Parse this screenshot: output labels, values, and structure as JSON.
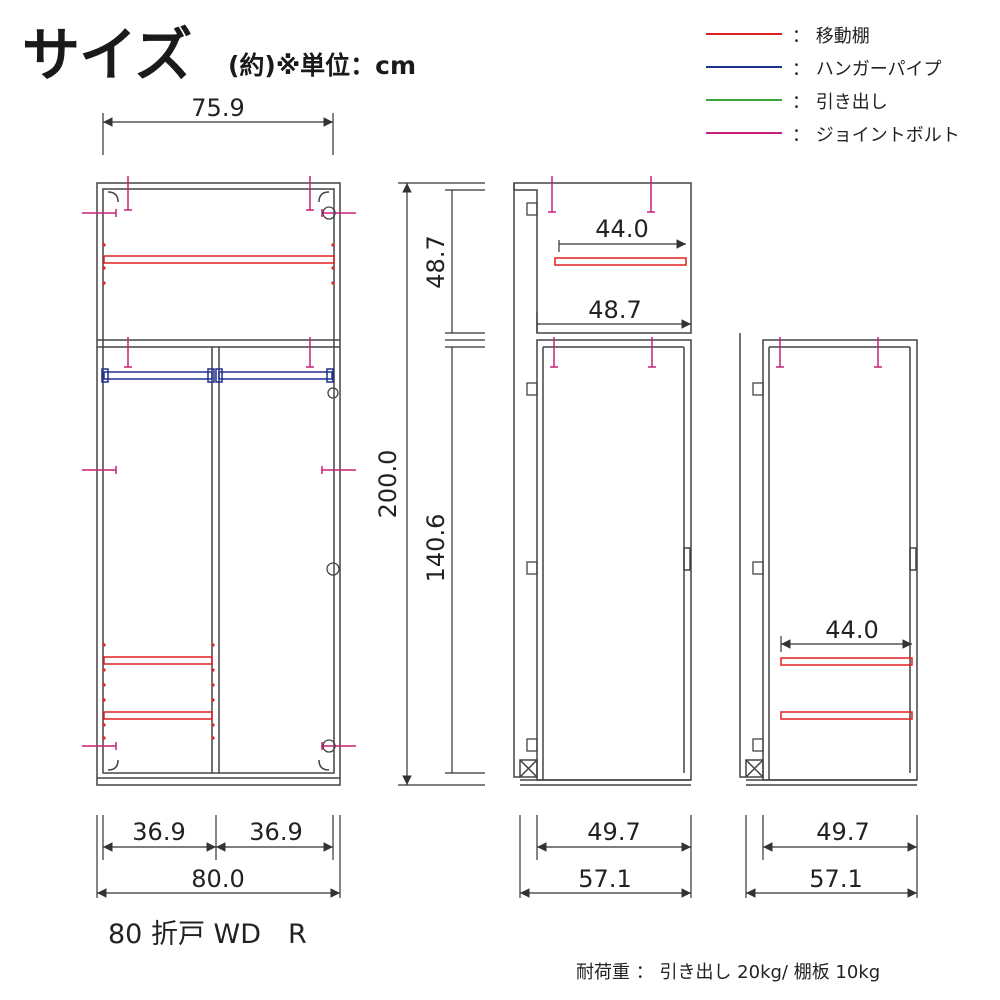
{
  "header": {
    "title": "サイズ",
    "subtitle": "(約)※単位：cm"
  },
  "legend": [
    {
      "label": "： 移動棚",
      "color": "#e02020",
      "icon": "red-line"
    },
    {
      "label": "： ハンガーパイプ",
      "color": "#1f2f8f",
      "icon": "blue-line"
    },
    {
      "label": "： 引き出し",
      "color": "#3aa53a",
      "icon": "green-line"
    },
    {
      "label": "： ジョイントボルト",
      "color": "#c8207a",
      "icon": "magenta-line"
    }
  ],
  "dimensions": {
    "front_inner_width": "75.9",
    "front_bottom_left": "36.9",
    "front_bottom_right": "36.9",
    "front_total_width": "80.0",
    "height_total": "200.0",
    "height_upper": "48.7",
    "height_lower": "140.6",
    "side_upper_shelf": "44.0",
    "side_upper_depth": "48.7",
    "side_inner_depth": "49.7",
    "side_total_depth": "57.1",
    "side2_shelf": "44.0",
    "side2_inner_depth": "49.7",
    "side2_total_depth": "57.1"
  },
  "footer": {
    "model": "80 折戸 WD　R",
    "load": "耐荷重 ： 引き出し 20kg/ 棚板 10kg"
  }
}
